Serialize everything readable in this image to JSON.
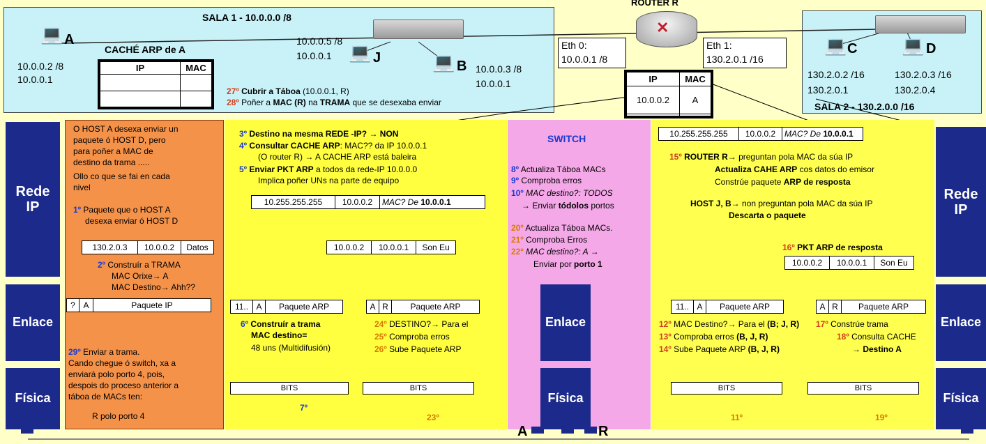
{
  "top": {
    "sala1_title": "SALA 1 - 10.0.0.0 /8",
    "router_title": "ROUTER R",
    "sala2_title": "SALA 2 - 130.2.0.0 /16",
    "cache_title": "CACHÉ ARP de A",
    "cache_hdr_ip": "IP",
    "cache_hdr_mac": "MAC",
    "hostA": "A",
    "hostA_ip": "10.0.0.2 /8",
    "hostA_gw": "10.0.0.1",
    "hostJ": "J",
    "hostJ_ip": "10.0.0.5 /8",
    "hostJ_gw": "10.0.0.1",
    "hostB": "B",
    "hostB_ip": "10.0.0.3 /8",
    "hostB_gw": "10.0.0.1",
    "hostC": "C",
    "hostC_ip": "130.2.0.2 /16",
    "hostC_gw": "130.2.0.1",
    "hostD": "D",
    "hostD_ip": "130.2.0.3 /16",
    "hostD_gw": "130.2.0.4",
    "eth0": "Eth 0:",
    "eth0_ip": "10.0.0.1 /8",
    "eth1": "Eth 1:",
    "eth1_ip": "130.2.0.1 /16",
    "rtable_ip": "IP",
    "rtable_mac": "MAC",
    "rtable_row_ip": "10.0.0.2",
    "rtable_row_mac": "A",
    "s27n": "27º",
    "s27": "Cubrir a Táboa",
    "s27b": " (10.0.0.1, R)",
    "s28n": "28º",
    "s28a": "Poñer a ",
    "s28b": "MAC (R)",
    "s28c": " na ",
    "s28d": "TRAMA",
    "s28e": " que se desexaba enviar"
  },
  "layers": {
    "rede": "Rede IP",
    "enlace": "Enlace",
    "fisica": "Física",
    "switch": "SWITCH"
  },
  "orange": {
    "l1": "O HOST A desexa enviar un",
    "l2": "paquete ó HOST D, pero",
    "l3": "para poñer a MAC de",
    "l4": "destino da trama .....",
    "l5": "Ollo co que se fai en cada",
    "l6": "nivel",
    "s1n": "1º",
    "s1a": "Paquete que o HOST A",
    "s1b": "desexa enviar ó HOST D",
    "pk1": [
      "130.2.0.3",
      "10.0.0.2",
      "Datos"
    ],
    "s2n": "2º",
    "s2a": "Construír a TRAMA",
    "s2b": "MAC Orixe→ A",
    "s2c": "MAC Destino→ Ahh??",
    "fr1": [
      "?",
      "A",
      "Paquete IP"
    ],
    "s29n": "29º",
    "s29a": "Enviar a trama.",
    "s29b": "Cando chegue ó switch, xa a",
    "s29c": "enviará polo porto 4, pois,",
    "s29d": "despois do proceso anterior a",
    "s29e": "táboa de MACs ten:",
    "s29f": "R polo porto 4"
  },
  "mid": {
    "s3n": "3º",
    "s3": "Destino na mesma REDE -IP? → NON",
    "s4n": "4º",
    "s4a": "Consultar CACHE ARP",
    "s4b": ": MAC?? da IP 10.0.0.1",
    "s4c": "(O router R) → A CACHE ARP está baleira",
    "s5n": "5º",
    "s5a": "Enviar PKT ARP",
    "s5b": " a todos da rede-IP 10.0.0.0",
    "s5c": "Implica poñer UNs na parte de equipo",
    "pk2": [
      "10.255.255.255",
      "10.0.0.2",
      "MAC? De",
      "10.0.0.1"
    ],
    "pk3": [
      "10.0.0.2",
      "10.0.0.1",
      "Son Eu"
    ],
    "fr2": [
      "11..",
      "A",
      "Paquete ARP"
    ],
    "fr3": [
      "A",
      "R",
      "Paquete ARP"
    ],
    "s6n": "6º",
    "s6a": "Construír a trama",
    "s6b": "MAC destino=",
    "s6c": "48 uns (Multidifusión)",
    "s24n": "24º",
    "s24": "DESTINO?→ Para el",
    "s25n": "25º",
    "s25": "Comproba erros",
    "s26n": "26º",
    "s26": "Sube Paquete ARP",
    "bits": "BITS",
    "s7n": "7º",
    "s23n": "23º"
  },
  "sw": {
    "s8n": "8º",
    "s8": "Actualiza Táboa MACs",
    "s9n": "9º",
    "s9": "Comproba erros",
    "s10n": "10º",
    "s10a": "MAC destino?: TODOS",
    "s10b": "→ Enviar ",
    "s10c": "tódolos",
    "s10d": " portos",
    "s20n": "20º",
    "s20": "Actualiza Táboa MACs.",
    "s21n": "21º",
    "s21": "Comproba Erros",
    "s22n": "22º",
    "s22a": "MAC destino?: A →",
    "s22b": "Enviar por ",
    "s22c": "porto 1"
  },
  "right": {
    "pk4": [
      "10.255.255.255",
      "10.0.0.2",
      "MAC? De",
      "10.0.0.1"
    ],
    "s15n": "15º",
    "s15a": "ROUTER R→",
    "s15b": " preguntan pola MAC da súa IP",
    "s15c": "Actualiza CAHE ARP",
    "s15d": " cos datos do emisor",
    "s15e": "Constrúe paquete ",
    "s15f": "ARP de resposta",
    "hj1": "HOST J, B→",
    "hj2": " non preguntan pola MAC da súa IP",
    "hj3": "Descarta o paquete",
    "s16n": "16º",
    "s16": "PKT ARP de resposta",
    "pk5": [
      "10.0.0.2",
      "10.0.0.1",
      "Son Eu"
    ],
    "fr4": [
      "11..",
      "A",
      "Paquete ARP"
    ],
    "fr5": [
      "A",
      "R",
      "Paquete ARP"
    ],
    "s12n": "12º",
    "s12a": "MAC Destino?→ Para el ",
    "s12b": "(B; J, R)",
    "s13n": "13º",
    "s13a": "Comproba erros ",
    "s13b": "(B, J, R)",
    "s14n": "14º",
    "s14a": "Sube Paquete ARP ",
    "s14b": "(B, J, R)",
    "s17n": "17º",
    "s17": "Constrúe trama",
    "s18n": "18º",
    "s18": "Consulta CACHE",
    "s18b": "→ Destino A",
    "s11n": "11º",
    "s19n": "19º"
  },
  "bottom": {
    "portA": "A",
    "portR": "R"
  }
}
